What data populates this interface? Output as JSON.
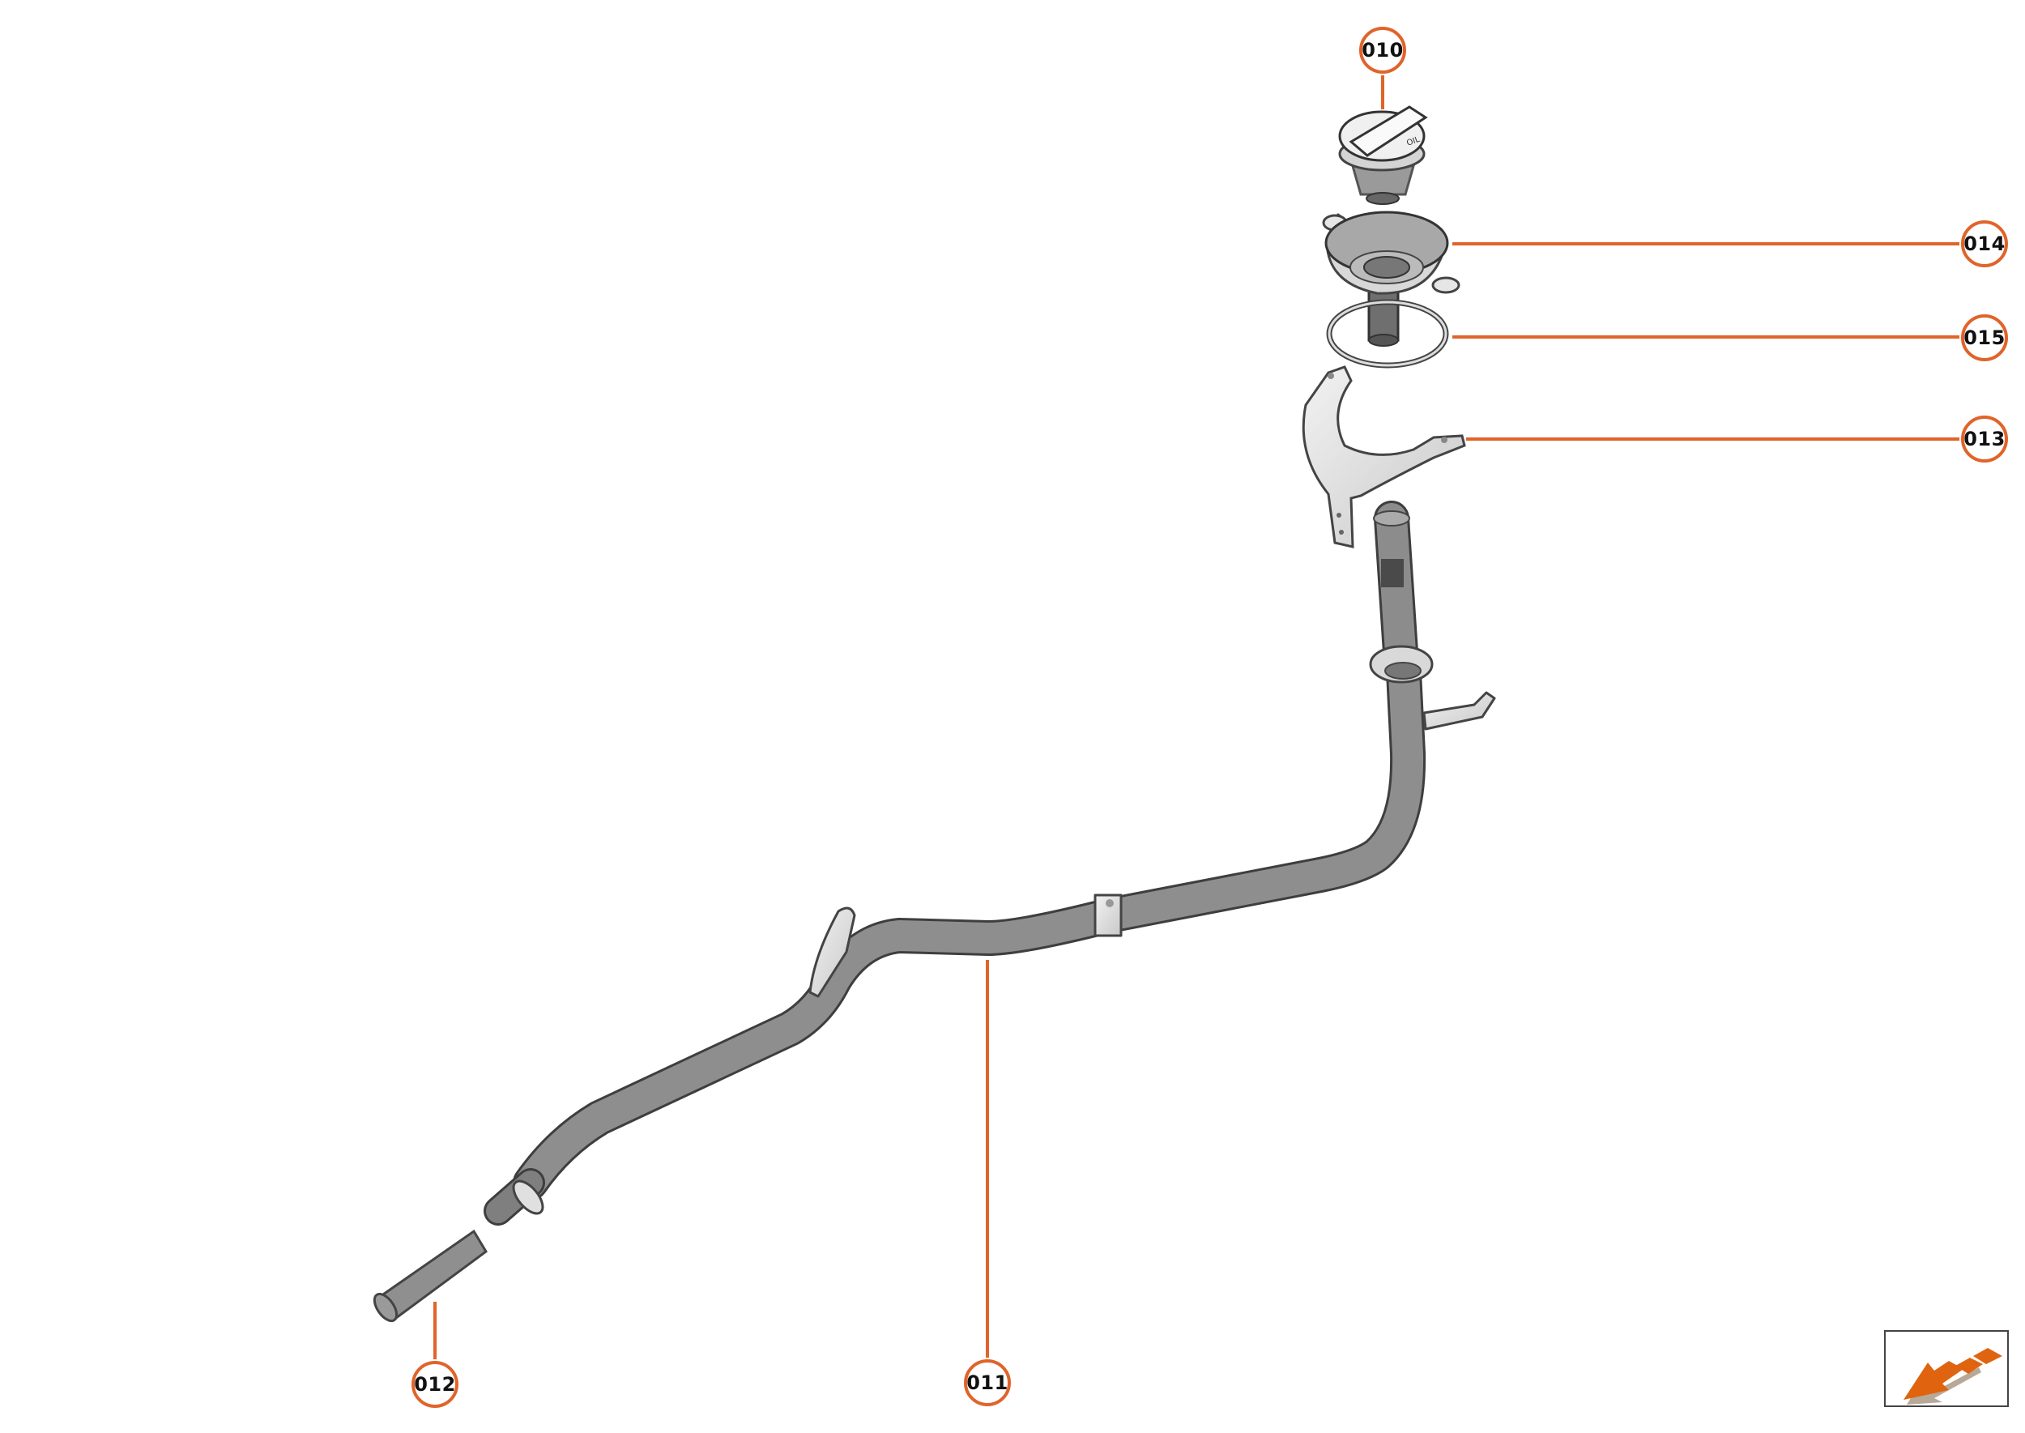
{
  "diagram": {
    "type": "exploded-parts-view",
    "accent_color": "#e0642a",
    "part_color": "#8e8e8e",
    "callouts": [
      {
        "id": "010",
        "label": "010",
        "part": "filler-cap"
      },
      {
        "id": "014",
        "label": "014",
        "part": "filler-neck-funnel"
      },
      {
        "id": "015",
        "label": "015",
        "part": "seal-ring"
      },
      {
        "id": "013",
        "label": "013",
        "part": "mounting-bracket"
      },
      {
        "id": "011",
        "label": "011",
        "part": "filler-pipe"
      },
      {
        "id": "012",
        "label": "012",
        "part": "hose"
      }
    ],
    "cap_marking": "OIL",
    "nav_icon": "direction-arrow-icon"
  }
}
